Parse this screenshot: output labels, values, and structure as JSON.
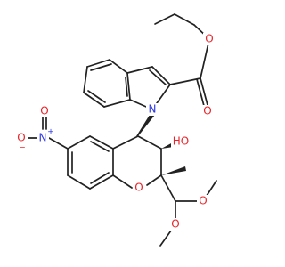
{
  "colors": {
    "bond": "#222222",
    "oxygen": "#e8242a",
    "nitrogen": "#2b35e0",
    "carbon": "#222222"
  },
  "atoms": [
    {
      "id": "a1",
      "label": "O",
      "element": "oxygen"
    },
    {
      "id": "a2",
      "label": "O",
      "element": "oxygen"
    },
    {
      "id": "a3",
      "label": "N",
      "element": "nitrogen"
    },
    {
      "id": "a4",
      "label": "N",
      "element": "nitrogen"
    },
    {
      "id": "a5",
      "label": "+",
      "element": "nitrogen"
    },
    {
      "id": "a6",
      "label": "O",
      "element": "oxygen"
    },
    {
      "id": "a7",
      "label": "−",
      "element": "oxygen"
    },
    {
      "id": "a8",
      "label": "O",
      "element": "oxygen"
    },
    {
      "id": "a9",
      "label": "HO",
      "element": "oxygen"
    },
    {
      "id": "a10",
      "label": "O",
      "element": "oxygen"
    },
    {
      "id": "a11",
      "label": "O",
      "element": "oxygen"
    },
    {
      "id": "a12",
      "label": "O",
      "element": "oxygen"
    }
  ]
}
